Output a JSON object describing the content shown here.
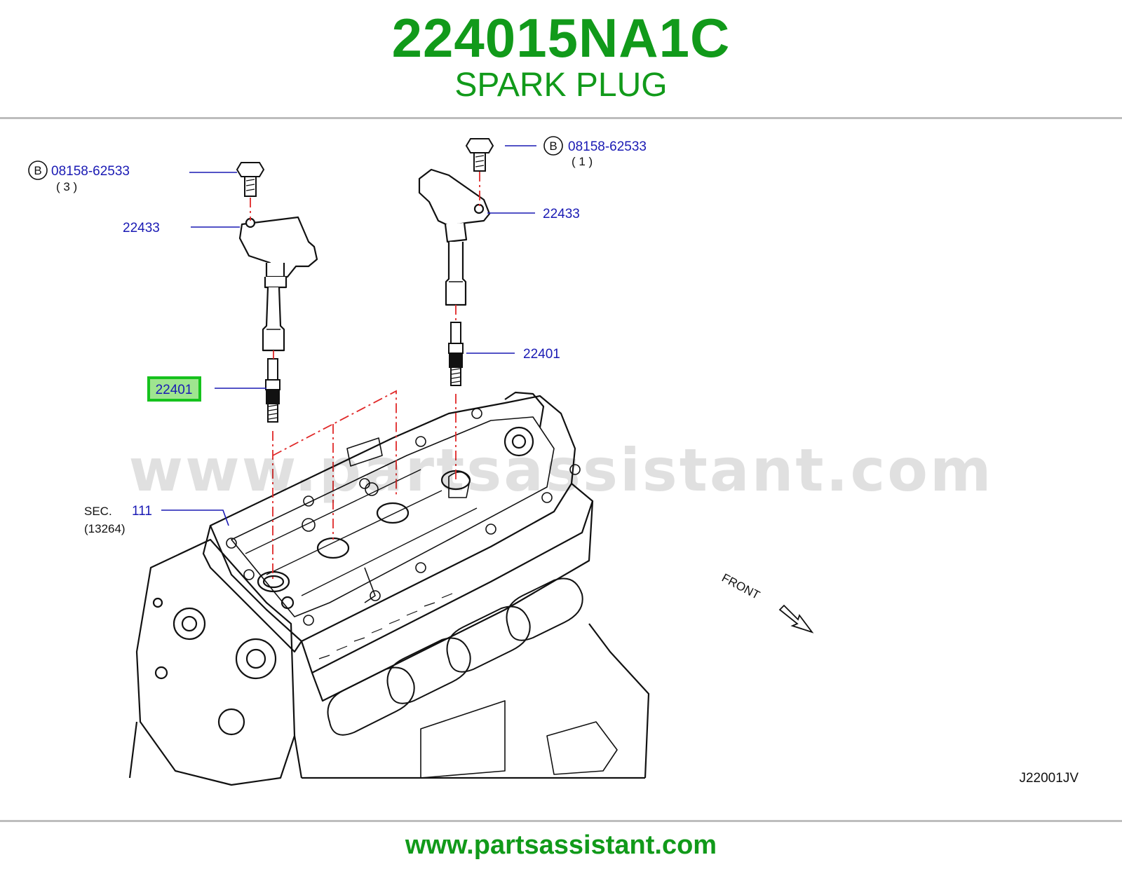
{
  "header": {
    "part_number": "224015NA1C",
    "part_name": "SPARK PLUG"
  },
  "callouts": {
    "bolt_left": {
      "badge": "B",
      "code": "08158-62533",
      "qty": "( 3 )"
    },
    "bolt_right": {
      "badge": "B",
      "code": "08158-62533",
      "qty": "( 1 )"
    },
    "coil_left": "22433",
    "coil_right": "22433",
    "plug_left_highlighted": "22401",
    "plug_right": "22401",
    "sec_ref": {
      "prefix": "SEC.",
      "number": "111",
      "sub": "(13264)"
    },
    "front": "FRONT",
    "diagram_id": "J22001JV"
  },
  "watermark": "www.partsassistant.com",
  "footer": {
    "url": "www.partsassistant.com"
  },
  "colors": {
    "title_green": "#119a1a",
    "label_blue": "#1a1ab4",
    "highlight_green": "#16c21d",
    "highlight_fill": "#9fe58f",
    "leader_red": "#e02828",
    "line_black": "#111111",
    "rule_grey": "#bdbdbd"
  }
}
